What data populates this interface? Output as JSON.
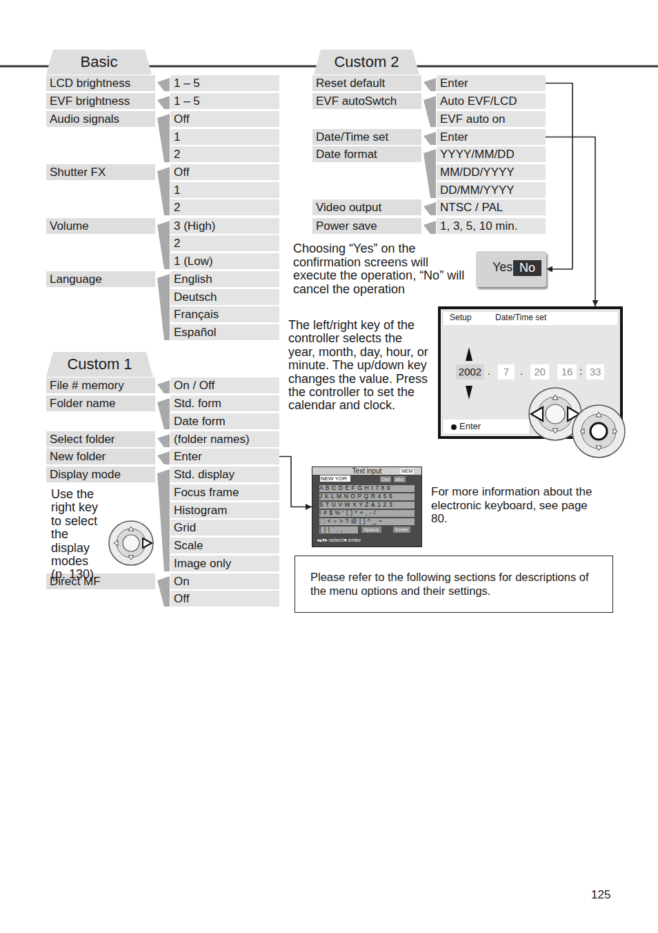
{
  "diagram": {
    "nodes": [
      {
        "text": [
          "Basic"
        ]
      },
      {
        "text": [
          "LCD brightness"
        ]
      },
      {
        "text": [
          "1 – 5"
        ]
      },
      {
        "text": [
          "EVF brightness"
        ]
      },
      {
        "text": [
          "1 – 5"
        ]
      },
      {
        "text": [
          "Audio signals"
        ]
      },
      {
        "text": [
          "Off"
        ]
      },
      {
        "text": [
          "1"
        ]
      },
      {
        "text": [
          "2"
        ]
      },
      {
        "text": [
          "Shutter FX"
        ]
      },
      {
        "text": [
          "Off"
        ]
      },
      {
        "text": [
          "1"
        ]
      },
      {
        "text": [
          "2"
        ]
      },
      {
        "text": [
          "Volume"
        ]
      },
      {
        "text": [
          "3 (High)"
        ]
      },
      {
        "text": [
          "2"
        ]
      },
      {
        "text": [
          "1 (Low)"
        ]
      },
      {
        "text": [
          "Language"
        ]
      },
      {
        "text": [
          "English"
        ]
      },
      {
        "text": [
          "Deutsch"
        ]
      },
      {
        "text": [
          "Français"
        ]
      },
      {
        "text": [
          "Español"
        ]
      },
      {
        "text": [
          "Custom 1"
        ]
      },
      {
        "text": [
          "File # memory"
        ]
      },
      {
        "text": [
          "On / Off"
        ]
      },
      {
        "text": [
          "Folder name"
        ]
      },
      {
        "text": [
          "Std. form"
        ]
      },
      {
        "text": [
          "Date form"
        ]
      },
      {
        "text": [
          "Select folder"
        ]
      },
      {
        "text": [
          "(folder names)"
        ]
      },
      {
        "text": [
          "New folder"
        ]
      },
      {
        "text": [
          "Enter"
        ]
      },
      {
        "text": [
          "Display mode"
        ]
      },
      {
        "text": [
          "Std. display"
        ]
      },
      {
        "text": [
          "Focus frame"
        ]
      },
      {
        "text": [
          "Histogram"
        ]
      },
      {
        "text": [
          "Grid"
        ]
      },
      {
        "text": [
          "Scale"
        ]
      },
      {
        "text": [
          "Image only"
        ]
      },
      {
        "text": [
          "Direct MF"
        ]
      },
      {
        "text": [
          "On"
        ]
      },
      {
        "text": [
          "Off"
        ]
      },
      {
        "text": [
          "Custom 2"
        ]
      },
      {
        "text": [
          "Reset default"
        ]
      },
      {
        "text": [
          "Enter"
        ]
      },
      {
        "text": [
          "EVF autoSwtch"
        ]
      },
      {
        "text": [
          "Auto EVF/LCD"
        ]
      },
      {
        "text": [
          "EVF auto on"
        ]
      },
      {
        "text": [
          "Date/Time set"
        ]
      },
      {
        "text": [
          "Enter"
        ]
      },
      {
        "text": [
          "Date format"
        ]
      },
      {
        "text": [
          "YYYY/MM/DD"
        ]
      },
      {
        "text": [
          "MM/DD/YYYY"
        ]
      },
      {
        "text": [
          "DD/MM/YYYY"
        ]
      },
      {
        "text": [
          "Video output"
        ]
      },
      {
        "text": [
          "NTSC / PAL"
        ]
      },
      {
        "text": [
          "Power save"
        ]
      },
      {
        "text": [
          "1, 3, 5, 10 min."
        ]
      },
      {
        "text": [
          "Yes"
        ]
      },
      {
        "text": [
          "No"
        ],
        "in": 58
      },
      {
        "text": [
          "Setup",
          "Date/Time set",
          "Enter"
        ]
      },
      {
        "text": [
          "2002"
        ],
        "in": 60
      },
      {
        "text": [
          "7"
        ],
        "in": 60
      },
      {
        "text": [
          "20"
        ],
        "in": 60
      },
      {
        "text": [
          "16"
        ],
        "in": 60
      },
      {
        "text": [
          "33"
        ],
        "in": 60
      },
      {
        "text": [
          "Text input"
        ]
      },
      {
        "text": [
          "Please refer to the following sections for descriptions of the menu options and their settings."
        ]
      }
    ],
    "edges": [
      {
        "from": 44,
        "to": 58,
        "arrow": "to"
      },
      {
        "from": 49,
        "to": 60,
        "arrow": "to"
      },
      {
        "from": 31,
        "to": 66,
        "arrow": "to"
      }
    ],
    "labels": [
      "Use the right key to select the display modes (p. 130).",
      "Choosing “Yes” on the confirmation screens will execute the operation, “No” will cancel the operation",
      "The left/right key of the controller selects the year, month, day, hour, or minute. The up/down key changes the value. Press the controller to set the calendar and clock.",
      ".",
      ".",
      ":",
      "MEM",
      "NEW YOR",
      "Del",
      "abc",
      "A B C D E F G H I 7 8 9",
      "J K L M N O P Q R 4 5 6",
      "S T U V W X Y Z & 1 2 3",
      "! # $ % ' ( ) * + , - /",
      ": ; < = > ? @ [ ] ^ _ ~",
      "{ } | ` . ,",
      "Space",
      "Enter",
      "◂▴▾▸:select●:enter",
      "For more information about the electronic keyboard, see page 80.",
      "125"
    ]
  }
}
